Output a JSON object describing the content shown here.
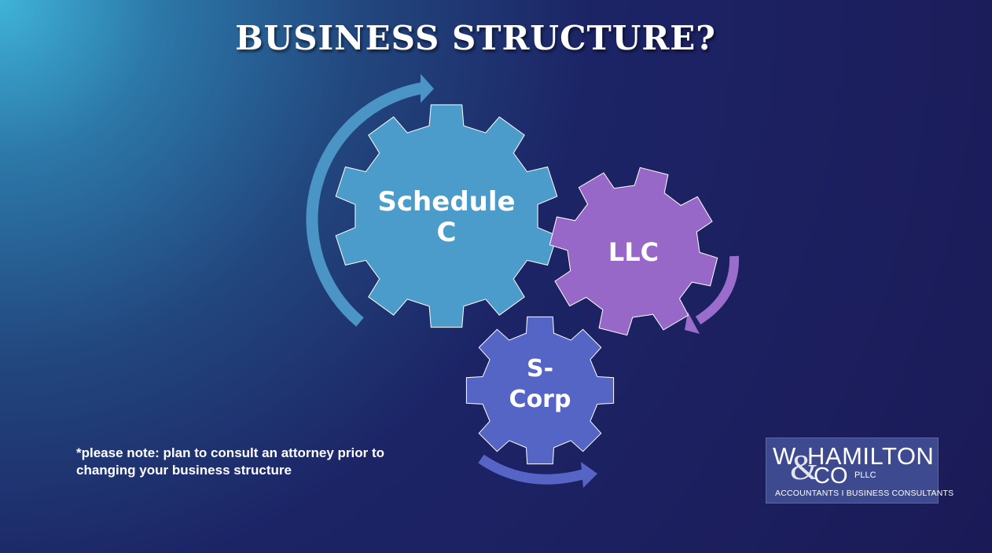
{
  "slide": {
    "title": "BUSINESS STRUCTURE?",
    "gears": [
      {
        "id": "schedule-c",
        "lines": [
          "Schedule",
          "C"
        ],
        "color": "#4b9ccb",
        "arrow_color": "#4a95c6"
      },
      {
        "id": "llc",
        "lines": [
          "LLC"
        ],
        "color": "#9768c8",
        "arrow_color": "#9a6ccb"
      },
      {
        "id": "s-corp",
        "lines": [
          "S-",
          "Corp"
        ],
        "color": "#5565c6",
        "arrow_color": "#5564c5"
      }
    ],
    "note_lines": [
      "*please note: plan to consult an attorney prior to",
      "changing your business structure"
    ],
    "logo": {
      "w": "W",
      "amp": "&",
      "hamilton": "HAMILTON",
      "co": "CO",
      "pllc": "PLLC",
      "tagline": "ACCOUNTANTS I BUSINESS CONSULTANTS"
    },
    "colors": {
      "background_top_left": "#3fb3d8",
      "background_main": "#1b1a57",
      "logo_background": "#3d4a8f"
    }
  }
}
